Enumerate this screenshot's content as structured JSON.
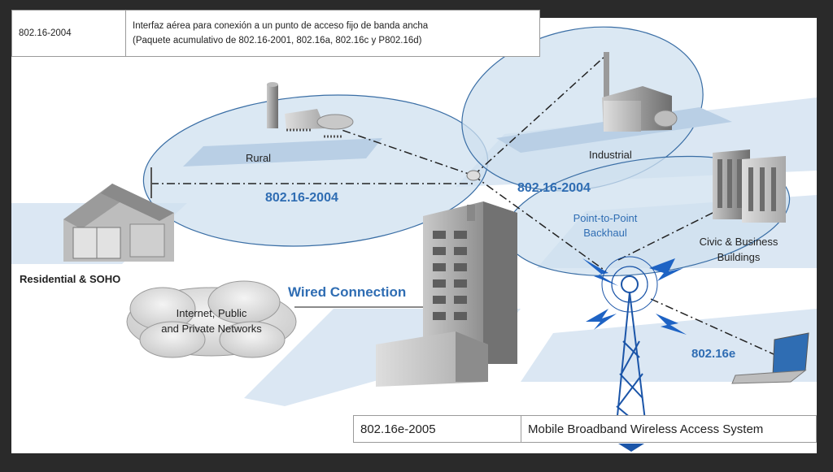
{
  "table_top": {
    "standard": "802.16-2004",
    "description_line1": "Interfaz aérea para conexión a un punto de acceso fijo de banda ancha",
    "description_line2": "(Paquete acumulativo de 802.16-2001, 802.16a, 802.16c y P802.16d)"
  },
  "table_bottom": {
    "standard": "802.16e-2005",
    "description": "Mobile Broadband Wireless Access System"
  },
  "labels": {
    "rural": "Rural",
    "industrial": "Industrial",
    "residential": "Residential & SOHO",
    "wired_connection": "Wired Connection",
    "internet_line1": "Internet, Public",
    "internet_line2": "and Private Networks",
    "std_left": "802.16-2004",
    "std_right": "802.16-2004",
    "p2p_line1": "Point-to-Point",
    "p2p_line2": "Backhaul",
    "civic_line1": "Civic & Business",
    "civic_line2": "Buildings",
    "mobile": "802.16e"
  },
  "colors": {
    "ellipse_fill": "#cfe0ef",
    "ellipse_stroke": "#3a6ea5",
    "accent_blue": "#2f6db3",
    "ground_blue": "#d9e6f2",
    "building_gray": "#9a9a9a"
  }
}
